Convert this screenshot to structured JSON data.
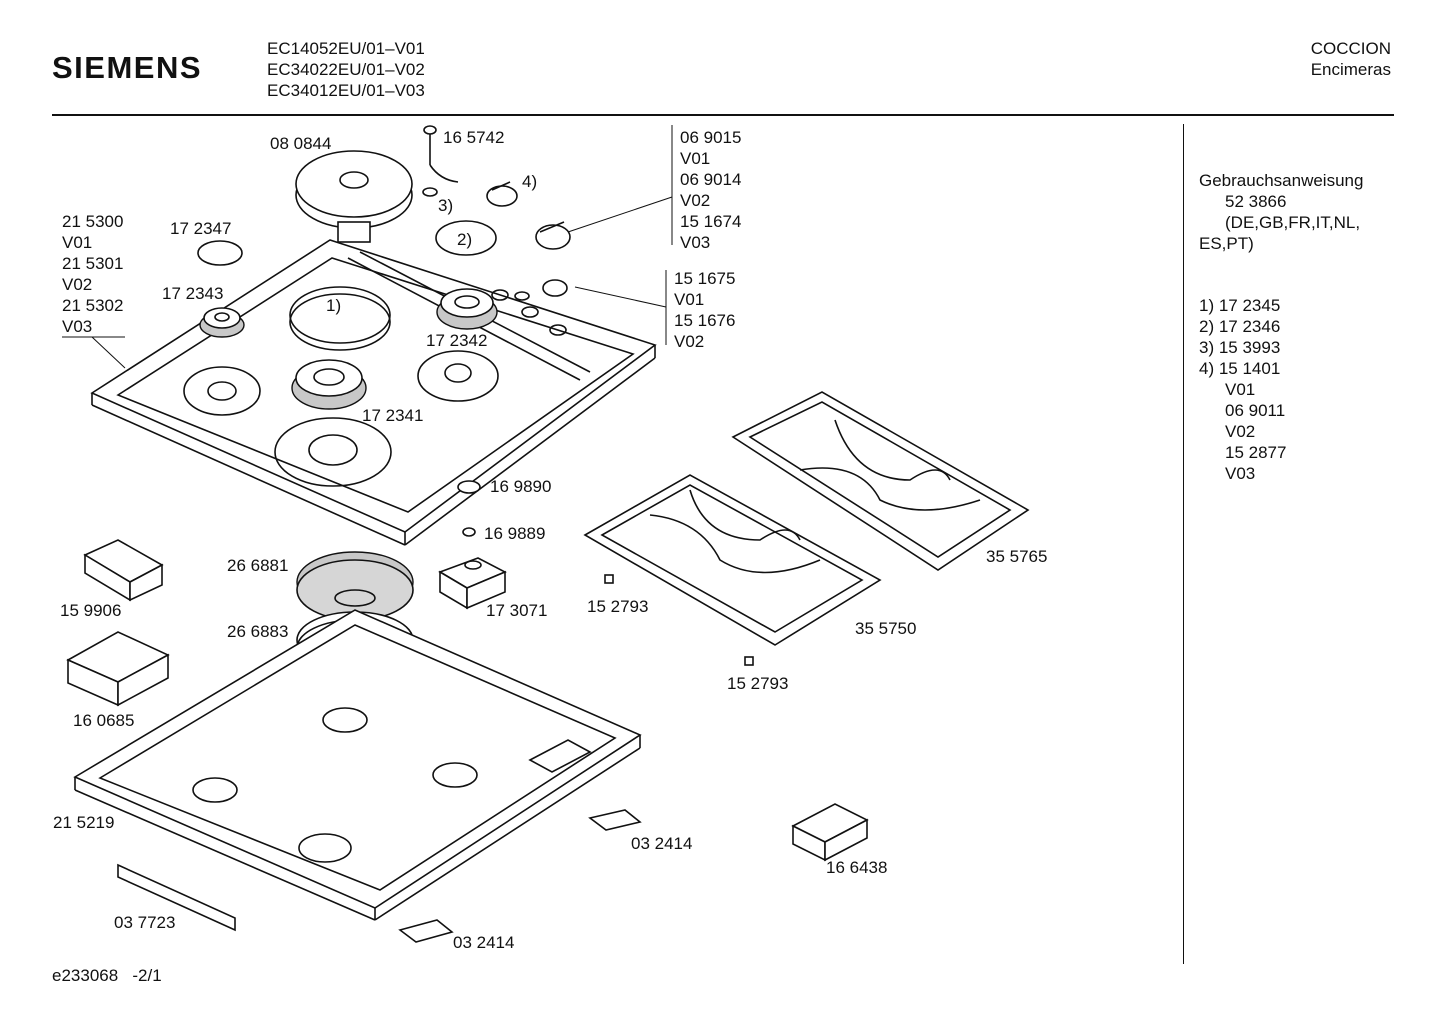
{
  "header": {
    "brand": "SIEMENS",
    "models": [
      "EC14052EU/01–V01",
      "EC34022EU/01–V02",
      "EC34012EU/01–V03"
    ],
    "category": "COCCION",
    "subcategory": "Encimeras"
  },
  "parts": {
    "p080844": "08 0844",
    "p165742": "16 5742",
    "n3": "3)",
    "n4": "4)",
    "n2": "2)",
    "n1": "1)",
    "p172347": "17 2347",
    "p172343": "17 2343",
    "p172342": "17 2342",
    "p172341": "17 2341",
    "p169890": "16 9890",
    "p169889": "16 9889",
    "p266881": "26 6881",
    "p266883": "26 6883",
    "p173071": "17 3071",
    "p159906": "15 9906",
    "p160685": "16 0685",
    "p215219": "21 5219",
    "p037723": "03 7723",
    "p032414a": "03 2414",
    "p032414b": "03 2414",
    "p166438": "16 6438",
    "p152793a": "15 2793",
    "p152793b": "15 2793",
    "p355750": "35 5750",
    "p355765": "35 5765"
  },
  "stack_left": [
    "21 5300",
    "V01",
    "21 5301",
    "V02",
    "21 5302",
    "V03"
  ],
  "stack_knob": [
    "06 9015",
    "V01",
    "06 9014",
    "V02",
    "15 1674",
    "V03"
  ],
  "stack_ring": [
    "15 1675",
    "V01",
    "15 1676",
    "V02"
  ],
  "sidebar": {
    "manual_title": "Gebrauchsanweisung",
    "manual_number": "52 3866",
    "manual_langs": "(DE,GB,FR,IT,NL,",
    "manual_langs2": "ES,PT)",
    "refs": [
      "1)  17 2345",
      "2)  17 2346",
      "3)  15 3993",
      "4)  15 1401"
    ],
    "refs_sub": [
      "V01",
      "06 9011",
      "V02",
      "15 2877",
      "V03"
    ]
  },
  "footer": {
    "code": "e233068",
    "page": "-2/1"
  }
}
